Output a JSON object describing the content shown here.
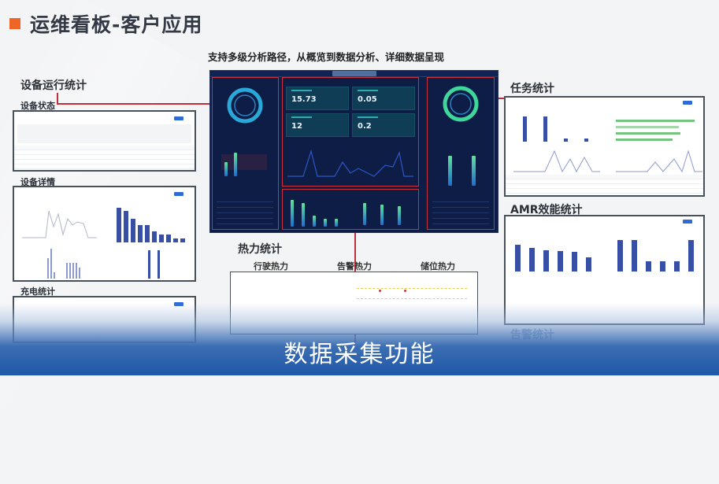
{
  "header": {
    "title": "运维看板-客户应用",
    "accent_color": "#ee6526"
  },
  "subtitle": "支持多级分析路径，从概览到数据分析、详细数据呈现",
  "sections": {
    "device_run": "设备运行统计",
    "device_status": "设备状态",
    "device_detail": "设备详情",
    "charging": "充电统计",
    "task": "任务统计",
    "amr": "AMR效能统计",
    "alarm": "告警统计",
    "heat": "热力统计"
  },
  "heat": {
    "labels": [
      "行驶热力",
      "告警热力",
      "储位热力"
    ]
  },
  "dashboard": {
    "kpis": [
      {
        "value": "15.73"
      },
      {
        "value": "0.05"
      },
      {
        "value": "12"
      },
      {
        "value": "0.2"
      }
    ]
  },
  "footer": {
    "caption": "数据采集功能"
  },
  "colors": {
    "highlight_box": "#c8303a",
    "dash_bg": "#0d1d45",
    "chart_blue": "#3750a6",
    "chart_green": "#74c47f"
  }
}
